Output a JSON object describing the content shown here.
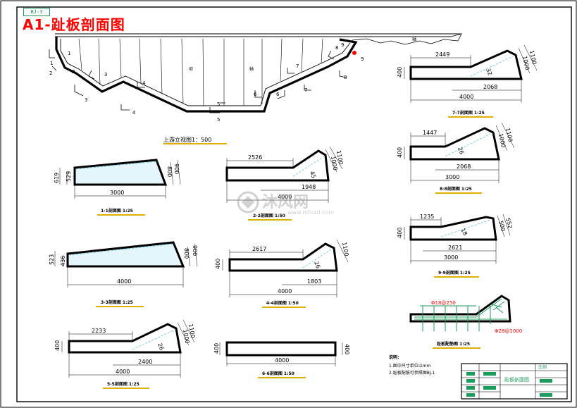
{
  "sheet": {
    "tag": "BJ-3",
    "title": "A1-趾板剖面图"
  },
  "plan": {
    "title": "上游立视图1：500",
    "labels": [
      "1",
      "1",
      "2",
      "2",
      "3",
      "3",
      "4",
      "4",
      "5",
      "5",
      "6",
      "6",
      "7",
      "7",
      "8",
      "8",
      "9",
      "9"
    ],
    "words": [
      "坝",
      "轴",
      "轴"
    ]
  },
  "sections": [
    {
      "id": "1",
      "dims": [
        "3000",
        "529",
        "619",
        "800",
        "900"
      ],
      "caption": "1-1剖面图 1:25"
    },
    {
      "id": "2",
      "dims": [
        "2526",
        "1948",
        "4000",
        "1100",
        "1000",
        "45"
      ],
      "caption": "2-2剖面图 1:50"
    },
    {
      "id": "3",
      "dims": [
        "4000",
        "436",
        "523",
        "800",
        "900"
      ],
      "caption": "3-3剖面图 1:25"
    },
    {
      "id": "4",
      "dims": [
        "2617",
        "1803",
        "4000",
        "400",
        "1100",
        "26"
      ],
      "caption": "4-4剖面图 1:50"
    },
    {
      "id": "5",
      "dims": [
        "2233",
        "2400",
        "4000",
        "400",
        "1100",
        "1000",
        "26"
      ],
      "caption": "5-5剖面图 1:25"
    },
    {
      "id": "6",
      "dims": [
        "4000",
        "400",
        "400"
      ],
      "caption": "6-6剖面图 1:50"
    },
    {
      "id": "7",
      "dims": [
        "2449",
        "2068",
        "4000",
        "400",
        "1100",
        "1000",
        "32"
      ],
      "caption": "7-7剖面图 1:25"
    },
    {
      "id": "8",
      "dims": [
        "1447",
        "2068",
        "3000",
        "400",
        "1100",
        "1000",
        "26"
      ],
      "caption": "8-8剖面图 1:25"
    },
    {
      "id": "9",
      "dims": [
        "1235",
        "2621",
        "3000",
        "400",
        "552",
        "500",
        "18"
      ],
      "caption": "9-9剖面图 1:25"
    }
  ],
  "rebar": {
    "label_top": "Φ18@250",
    "label_bottom": "Φ28@1000",
    "caption": "趾板配筋图 1:25"
  },
  "notes": {
    "heading": "说明：",
    "lines": [
      "1.图中尺寸单位以mm",
      "2.趾板配筋可参照图BJ-1"
    ]
  },
  "title_block": {
    "drawing_name": "趾板剖面图",
    "field": "比例"
  },
  "watermark": {
    "brand": "沐风网",
    "url": "www.mfcad.com"
  },
  "colors": {
    "title": "#ff0000",
    "concrete": "#000000",
    "fill": "#e4f6fb",
    "hatch": "#2fb3d6",
    "caption_bar": "#e0b000",
    "rebar": "#1c9c5a",
    "tag": "#1c9c5a"
  }
}
